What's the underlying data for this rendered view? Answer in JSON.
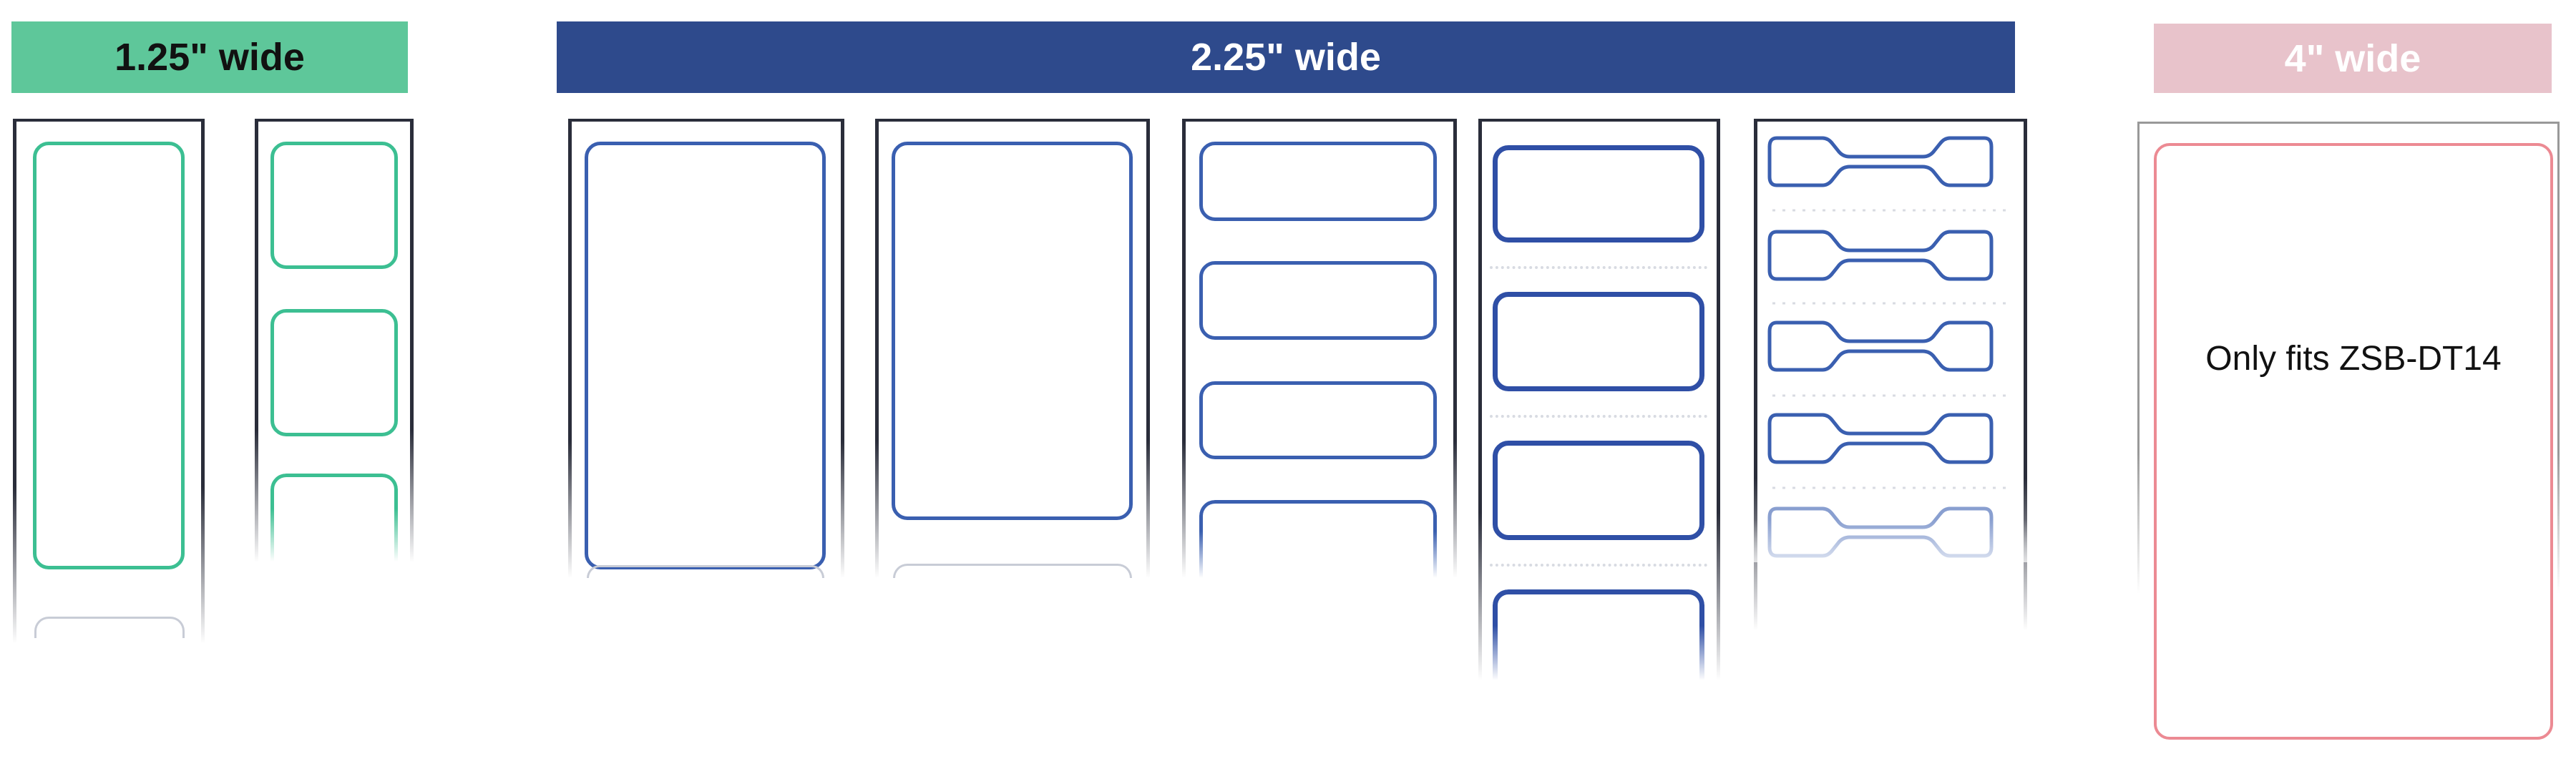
{
  "headers": {
    "small": {
      "label": "1.25\" wide",
      "color": "#5ec79a"
    },
    "medium": {
      "label": "2.25\" wide",
      "color": "#2e4a8c"
    },
    "large": {
      "label": "4\" wide",
      "color": "#e8c3cb"
    }
  },
  "large_roll": {
    "note": "Only fits ZSB-DT14"
  },
  "colors": {
    "green_label": "#3cbf92",
    "blue_label": "#3a5fb0",
    "pink_label": "#ec8a93"
  }
}
